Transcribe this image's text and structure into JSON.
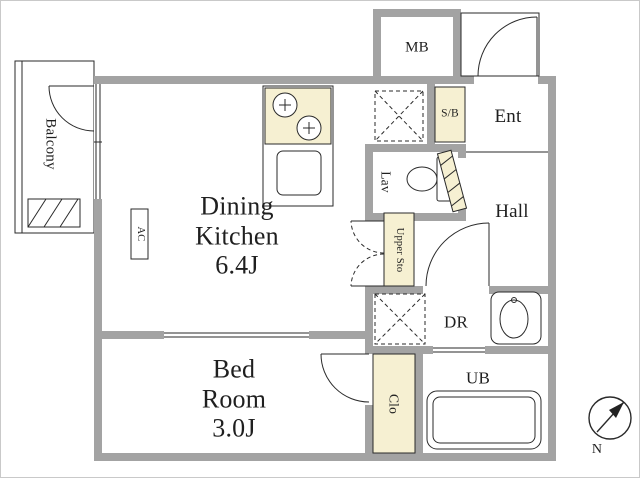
{
  "title": "Apartment floor plan",
  "colors": {
    "wall": "#a3a3a3",
    "accent": "#f6f0d2",
    "line": "#2a2a2a"
  },
  "labels": {
    "balcony": "Balcony",
    "mb": "MB",
    "sb": "S/B",
    "ent": "Ent",
    "lav": "Lav",
    "hall": "Hall",
    "upper_sto": "Upper Sto",
    "dining_kitchen": "Dining\nKitchen\n6.4J",
    "dr": "DR",
    "ub": "UB",
    "clo": "Clo",
    "bed_room": "Bed\nRoom\n3.0J",
    "ac": "AC",
    "compass_n": "N"
  }
}
